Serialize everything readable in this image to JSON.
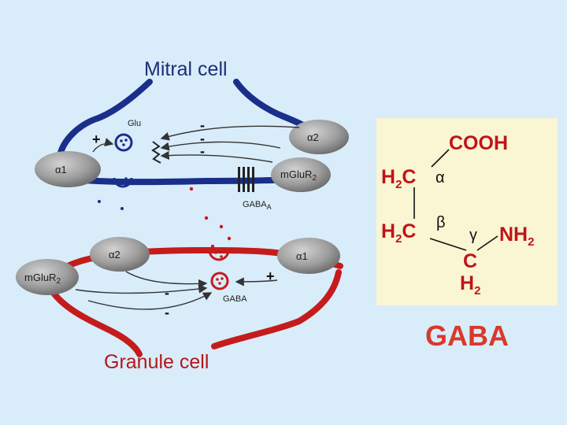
{
  "diagram": {
    "mitral_title": "Mitral cell",
    "granule_title": "Granule cell",
    "glu_label": "Glu",
    "gaba_label": "GABA",
    "gaba_a_label": "GABA",
    "gaba_a_sub": "A",
    "mitral_receptors": {
      "alpha1": "α1",
      "alpha2": "α2",
      "mglur_main": "mGluR",
      "mglur_sub": "2"
    },
    "granule_receptors": {
      "alpha1": "α1",
      "alpha2": "α2",
      "mglur_main": "mGluR",
      "mglur_sub": "2"
    },
    "signs": {
      "plus": "+",
      "minus": "-"
    }
  },
  "structure": {
    "cooh": "COOH",
    "h2c_h": "H",
    "h2c_sub": "2",
    "h2c_c": "C",
    "nh2_main": "NH",
    "nh2_sub": "2",
    "c_bottom": "C",
    "h2_bottom_h": "H",
    "h2_bottom_sub": "2",
    "alpha": "α",
    "beta": "β",
    "gamma": "γ",
    "name": "GABA"
  },
  "colors": {
    "background": "#d9ecfa",
    "mitral": "#1a2f8a",
    "granule": "#c41c1c",
    "panel": "#faf5d2",
    "chem": "#c0141a",
    "gaba_title": "#d8392b"
  }
}
